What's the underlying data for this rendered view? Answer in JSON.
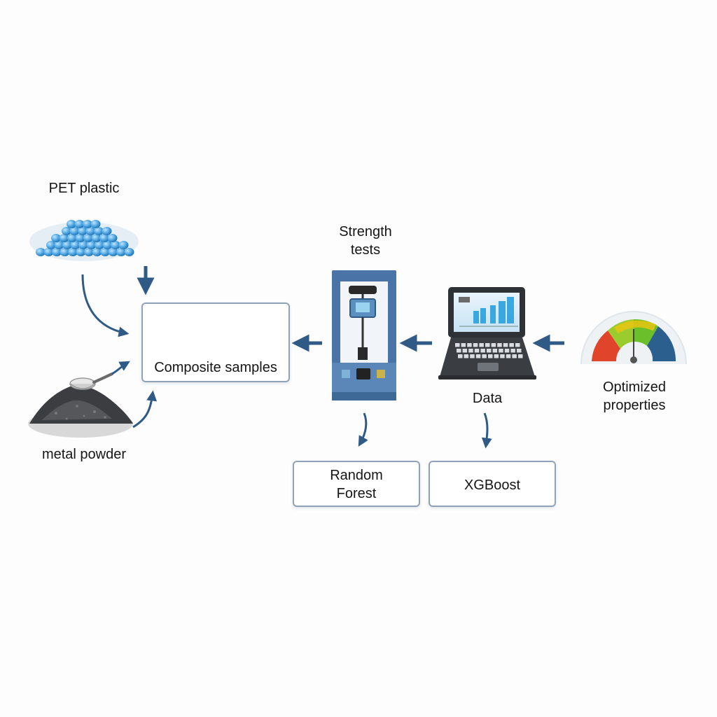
{
  "labels": {
    "pet_plastic": "PET plastic",
    "metal_powder": "metal powder",
    "composite_samples": "Composite samples",
    "strength_tests_line1": "Strength",
    "strength_tests_line2": "tests",
    "data": "Data",
    "optimized_line1": "Optimized",
    "optimized_line2": "properties",
    "random_forest_line1": "Random",
    "random_forest_line2": "Forest",
    "xgboost": "XGBoost"
  },
  "colors": {
    "arrow": "#2f5a86",
    "box_border": "#8ea3b8",
    "pellet": "#4aa3e0",
    "sample_blue": "#2b4f8a",
    "sample_gray": "#6b7078",
    "machine_frame": "#4a74a8",
    "gauge_red": "#e0452b",
    "gauge_yellow": "#e9c412",
    "gauge_green": "#6bbf2a",
    "gauge_blue": "#2b5f8e"
  },
  "icons": [
    "pet-pellets-icon",
    "metal-powder-icon",
    "composite-samples-icon",
    "testing-machine-icon",
    "laptop-icon",
    "gauge-icon"
  ]
}
